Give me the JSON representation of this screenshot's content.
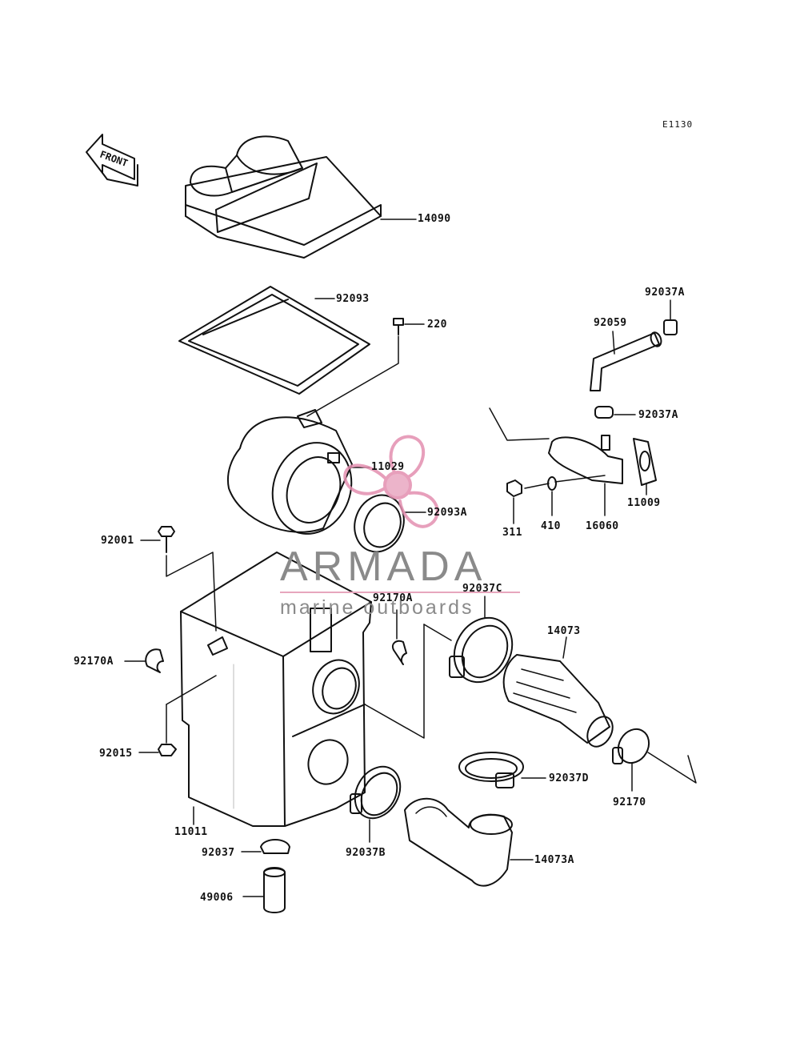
{
  "diagram_code": "E1130",
  "front_label": "FRONT",
  "watermark": {
    "brand": "ARMADA",
    "tagline": "marine outboards",
    "accent": "#e38fb0"
  },
  "parts": [
    "14090",
    "92093",
    "220",
    "92037A",
    "92059",
    "92037A",
    "11029",
    "92093A",
    "11009",
    "311",
    "410",
    "16060",
    "92001",
    "92170A",
    "92037C",
    "14073",
    "92170A",
    "92015",
    "92037D",
    "92170",
    "11011",
    "92037",
    "92037B",
    "14073A",
    "49006"
  ]
}
